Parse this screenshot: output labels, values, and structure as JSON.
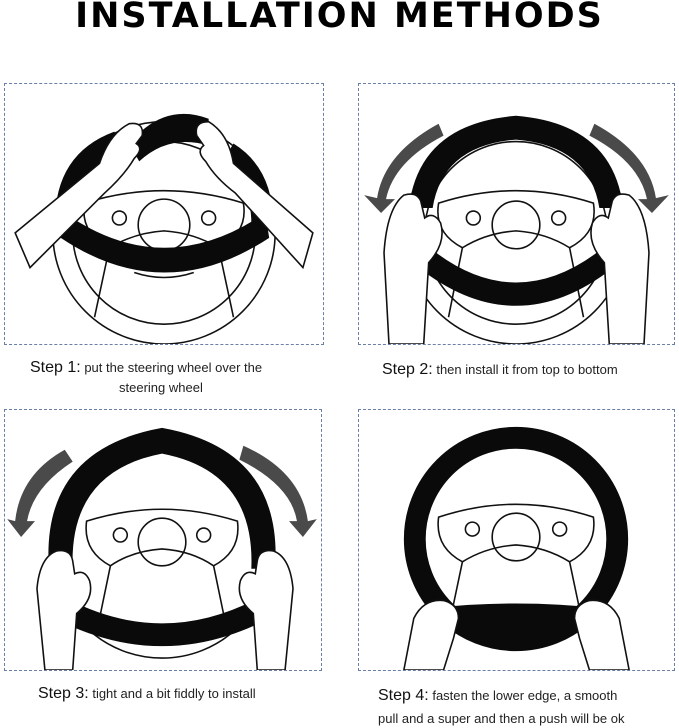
{
  "title": "INSTALLATION METHODS",
  "steps": [
    {
      "label": "Step 1:",
      "text": "put the steering wheel over the",
      "text2": "steering wheel"
    },
    {
      "label": "Step 2:",
      "text": "then install it from top to bottom"
    },
    {
      "label": "Step 3:",
      "text": "tight and a bit fiddly to install"
    },
    {
      "label": "Step 4:",
      "text": "fasten the lower edge, a smooth",
      "text2": "pull and a super and then a push will be ok"
    }
  ],
  "colors": {
    "cover": "#0a0a0a",
    "arrow": "#4a4a4a",
    "line": "#111111",
    "border": "#6a7fa6"
  },
  "icons": [
    "steering-wheel-icon",
    "hand-icon",
    "curved-arrow-icon"
  ]
}
